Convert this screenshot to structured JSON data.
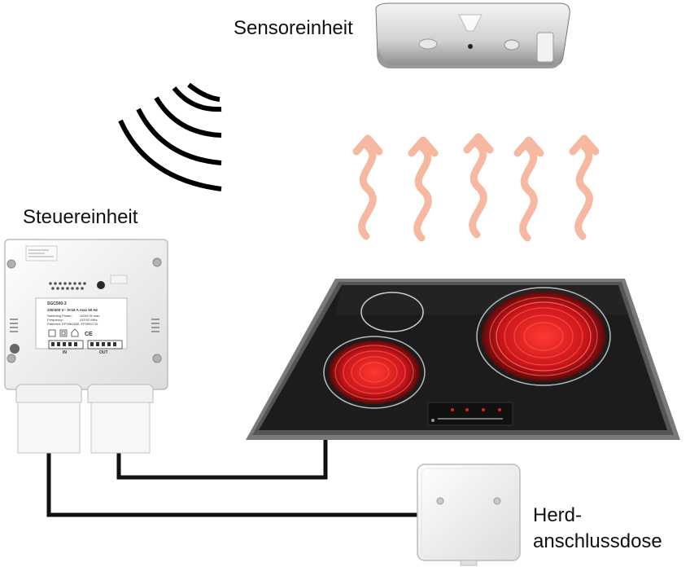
{
  "labels": {
    "sensor": "Sensoreinheit",
    "control": "Steuereinheit",
    "outlet_line1": "Herd-",
    "outlet_line2": "anschlussdose"
  },
  "control_unit": {
    "model": "SGC500-3",
    "rating": "230/400 V~ 3×16 A max 50 Hz",
    "switching_power_label": "Switching Power:",
    "switching_power_value": "11040 W max",
    "frequency_label": "Frequency:",
    "frequency_value": "433.92 MHz",
    "patent": "Patented: EP1861830, EP2992710",
    "port_in": "IN",
    "port_out": "OUT"
  },
  "colors": {
    "heat_arrow": "#f6b8a0",
    "hob_glass": "#1b1b1b",
    "hob_frame": "#6e6e6e",
    "burner_hot": "#e0262c",
    "cable": "#111111"
  },
  "icons": [
    "radio-waves-icon",
    "heat-arrow-icon"
  ]
}
